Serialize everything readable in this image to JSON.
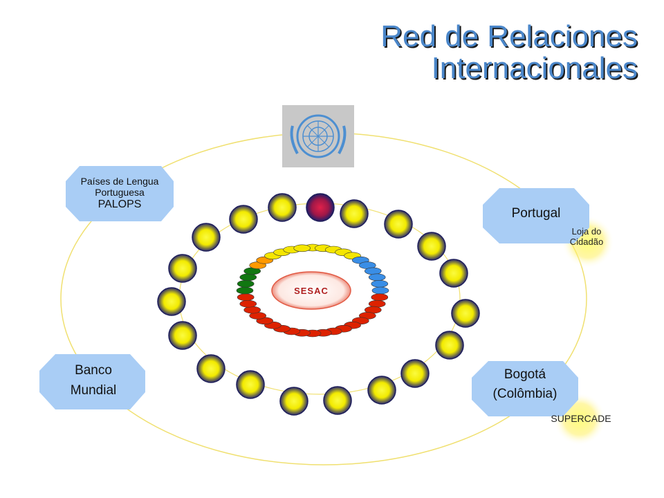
{
  "title": {
    "line1": "Red de Relaciones",
    "line2": "Internacionales"
  },
  "center": {
    "label": "SESAC"
  },
  "partners": {
    "palops": {
      "line1": "Países de Lengua",
      "line2": "Portuguesa",
      "line3": "PALOPS"
    },
    "portugal": {
      "label": "Portugal"
    },
    "loja": {
      "line1": "Loja do",
      "line2": "Cidadão"
    },
    "banco": {
      "line1": "Banco",
      "line2": "Mundial"
    },
    "bogota": {
      "line1": "Bogotá",
      "line2": "(Colômbia)"
    },
    "supercade": {
      "label": "SUPERCADE"
    }
  },
  "colors": {
    "title": "#4a86c9",
    "octagon": "#a9cdf5",
    "orbit": "#f0e060",
    "ball": "#f7f000",
    "ball_edge": "#1e1e5a",
    "highlight_ball": "#c0184a",
    "ring": [
      "#f5e600",
      "#ff9900",
      "#117711",
      "#dd2200",
      "#3a8ee6"
    ]
  },
  "logo": {
    "name": "un-emblem-icon"
  }
}
